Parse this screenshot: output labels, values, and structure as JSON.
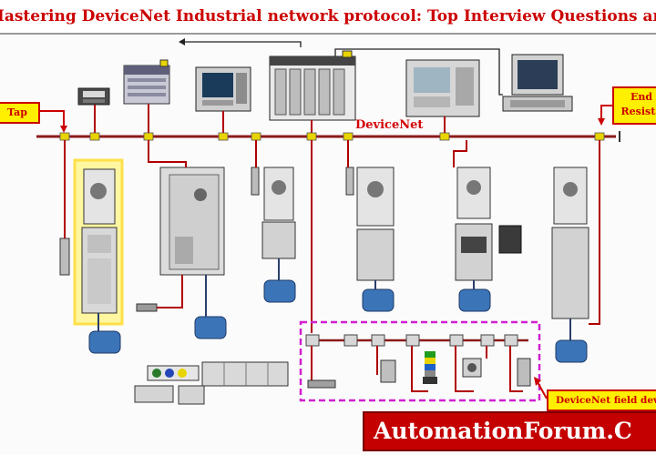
{
  "title": "Mastering DeviceNet Industrial network protocol: Top Interview Questions and Answers – Part",
  "labels": {
    "tap": "Tap",
    "end_resistor_line1": "End",
    "end_resistor_line2": "Resista",
    "network": "DeviceNet",
    "field_devices": "DeviceNet field dev"
  },
  "watermark": "AutomationForum.C",
  "colors": {
    "trunk": "#8b1a1a",
    "drop": "#b00000",
    "tap": "#e8d400",
    "callout_bg": "#ffef00",
    "callout_border": "#cc0000",
    "banner": "#c40000",
    "field_box": "#d020d0",
    "highlight": "#fff6a0"
  },
  "icons": [
    "tap-connector-icon",
    "plc-rack-icon",
    "hmi-panel-icon",
    "computer-icon",
    "motor-starter-icon",
    "motor-icon",
    "drive-cabinet-icon",
    "sensor-icon",
    "stack-light-icon",
    "push-button-icon",
    "io-block-icon",
    "end-resistor-icon"
  ]
}
